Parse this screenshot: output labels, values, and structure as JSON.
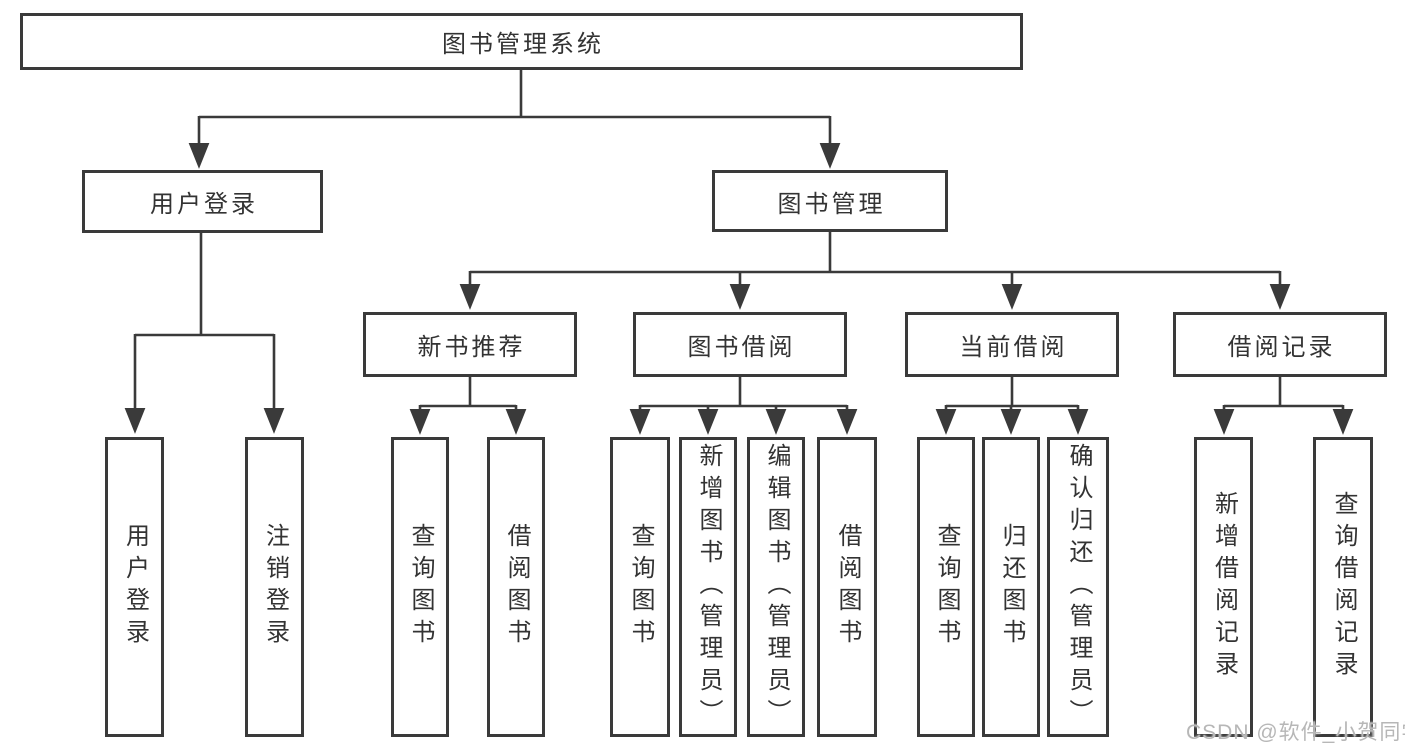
{
  "diagram": {
    "root": {
      "label": "图书管理系统"
    },
    "level2": {
      "user_login": {
        "label": "用户登录"
      },
      "book_mgmt": {
        "label": "图书管理"
      }
    },
    "level3": {
      "new_book_rec": {
        "label": "新书推荐"
      },
      "book_borrow": {
        "label": "图书借阅"
      },
      "current_borrow": {
        "label": "当前借阅"
      },
      "borrow_records": {
        "label": "借阅记录"
      }
    },
    "leaves": {
      "user_login": {
        "label": "用户登录"
      },
      "logout": {
        "label": "注销登录"
      },
      "rec_query_books": {
        "label": "查询图书"
      },
      "rec_borrow_books": {
        "label": "借阅图书"
      },
      "bb_query_books": {
        "label": "查询图书"
      },
      "bb_add_books": {
        "label": "新增图书（管理员）"
      },
      "bb_edit_books": {
        "label": "编辑图书（管理员）"
      },
      "bb_borrow_books": {
        "label": "借阅图书"
      },
      "cb_query_books": {
        "label": "查询图书"
      },
      "cb_return_books": {
        "label": "归还图书"
      },
      "cb_confirm_return": {
        "label": "确认归还（管理员）"
      },
      "br_add_record": {
        "label": "新增借阅记录"
      },
      "br_query_record": {
        "label": "查询借阅记录"
      }
    },
    "watermark": "CSDN @软件_小贺同学",
    "colors": {
      "line": "#3a3a3a",
      "box_border": "#3a3a3a",
      "text": "#333333",
      "background": "#ffffff",
      "watermark": "#b7b7b7"
    }
  }
}
